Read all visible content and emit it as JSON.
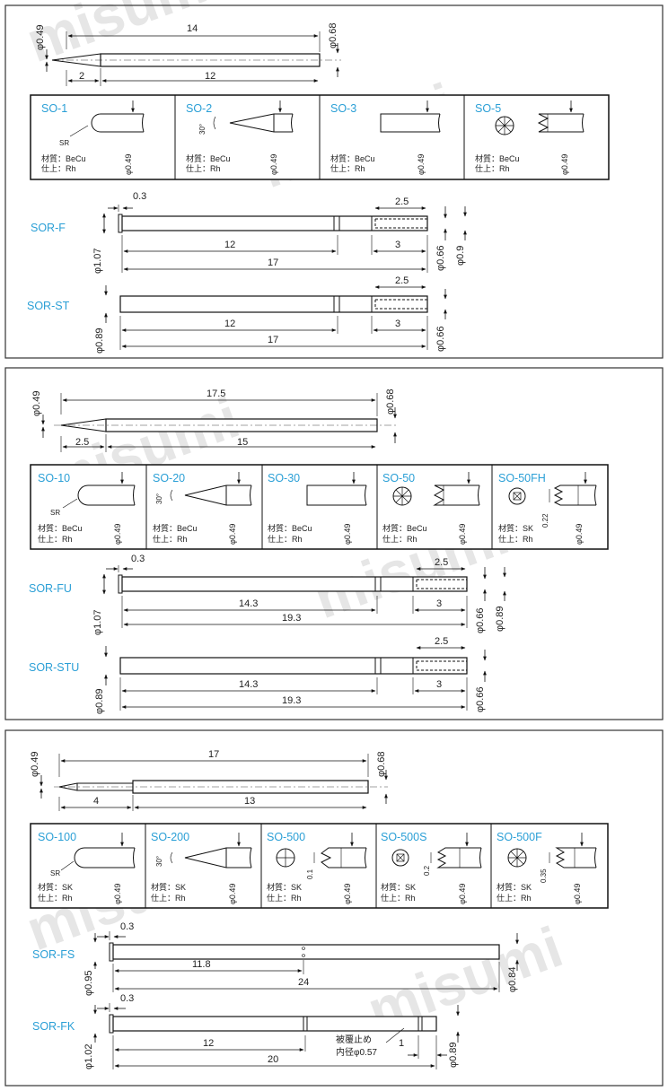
{
  "panels": [
    {
      "overview": {
        "dims": [
          "φ0.49",
          "14",
          "φ0.68",
          "2",
          "12"
        ]
      },
      "tips": [
        {
          "label": "SO-1",
          "extra": "SR",
          "mat": "材質：BeCu",
          "fin": "仕上：Rh",
          "phi": "φ0.49"
        },
        {
          "label": "SO-2",
          "extra": "30°",
          "mat": "材質：BeCu",
          "fin": "仕上：Rh",
          "phi": "φ0.49"
        },
        {
          "label": "SO-3",
          "extra": "",
          "mat": "材質：BeCu",
          "fin": "仕上：Rh",
          "phi": "φ0.49"
        },
        {
          "label": "SO-5",
          "extra": "",
          "mat": "材質：BeCu",
          "fin": "仕上：Rh",
          "phi": "φ0.49"
        }
      ],
      "receptacles": [
        {
          "label": "SOR-F",
          "dims": [
            "0.3",
            "2.5",
            "12",
            "3",
            "17",
            "φ1.07",
            "φ0.66",
            "φ0.9"
          ]
        },
        {
          "label": "SOR-ST",
          "dims": [
            "2.5",
            "12",
            "3",
            "17",
            "φ0.89",
            "φ0.66"
          ]
        }
      ]
    },
    {
      "overview": {
        "dims": [
          "φ0.49",
          "17.5",
          "φ0.68",
          "2.5",
          "15"
        ]
      },
      "tips": [
        {
          "label": "SO-10",
          "extra": "SR",
          "mat": "材質：BeCu",
          "fin": "仕上：Rh",
          "phi": "φ0.49"
        },
        {
          "label": "SO-20",
          "extra": "30°",
          "mat": "材質：BeCu",
          "fin": "仕上：Rh",
          "phi": "φ0.49"
        },
        {
          "label": "SO-30",
          "extra": "",
          "mat": "材質：BeCu",
          "fin": "仕上：Rh",
          "phi": "φ0.49"
        },
        {
          "label": "SO-50",
          "extra": "",
          "mat": "材質：BeCu",
          "fin": "仕上：Rh",
          "phi": "φ0.49"
        },
        {
          "label": "SO-50FH",
          "extra": "0.22",
          "mat": "材質：SK",
          "fin": "仕上：Rh",
          "phi": "φ0.49"
        }
      ],
      "receptacles": [
        {
          "label": "SOR-FU",
          "dims": [
            "0.3",
            "2.5",
            "14.3",
            "3",
            "19.3",
            "φ1.07",
            "φ0.66",
            "φ0.89"
          ]
        },
        {
          "label": "SOR-STU",
          "dims": [
            "2.5",
            "14.3",
            "3",
            "19.3",
            "φ0.89",
            "φ0.66"
          ]
        }
      ]
    },
    {
      "overview": {
        "dims": [
          "φ0.49",
          "17",
          "φ0.68",
          "4",
          "13"
        ]
      },
      "tips": [
        {
          "label": "SO-100",
          "extra": "SR",
          "mat": "材質：SK",
          "fin": "仕上：Rh",
          "phi": "φ0.49"
        },
        {
          "label": "SO-200",
          "extra": "30°",
          "mat": "材質：SK",
          "fin": "仕上：Rh",
          "phi": "φ0.49"
        },
        {
          "label": "SO-500",
          "extra": "0.1",
          "mat": "材質：SK",
          "fin": "仕上：Rh",
          "phi": "φ0.49"
        },
        {
          "label": "SO-500S",
          "extra": "0.2",
          "mat": "材質：SK",
          "fin": "仕上：Rh",
          "phi": "φ0.49"
        },
        {
          "label": "SO-500F",
          "extra": "0.35",
          "mat": "材質：SK",
          "fin": "仕上：Rh",
          "phi": "φ0.49"
        }
      ],
      "receptacles": [
        {
          "label": "SOR-FS",
          "dims": [
            "0.3",
            "11.8",
            "24",
            "φ0.95",
            "φ0.84"
          ]
        },
        {
          "label": "SOR-FK",
          "dims": [
            "0.3",
            "12",
            "20",
            "1",
            "φ1.02",
            "φ0.89"
          ],
          "note1": "被覆止め",
          "note2": "内径φ0.57"
        }
      ]
    }
  ],
  "watermark": "misumi"
}
